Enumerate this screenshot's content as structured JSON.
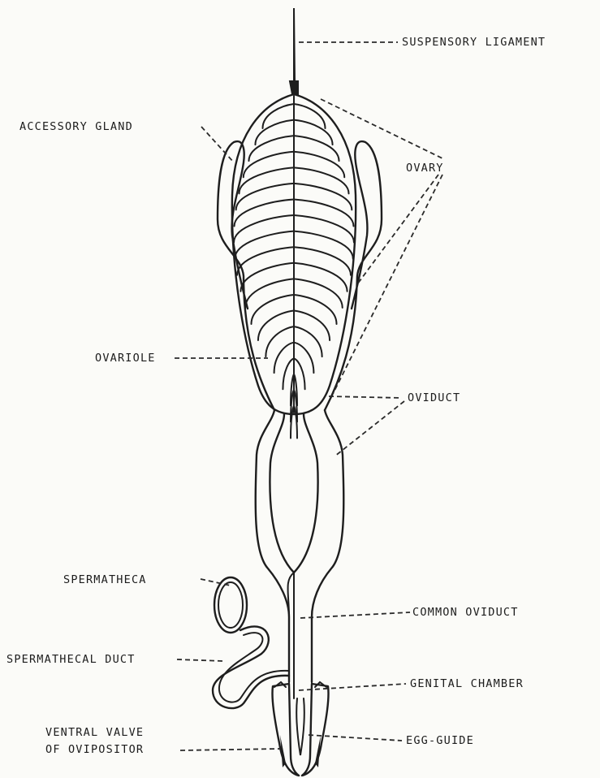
{
  "labels": {
    "suspensory_ligament": "SUSPENSORY LIGAMENT",
    "accessory_gland": "ACCESSORY GLAND",
    "ovary": "OVARY",
    "ovariole": "OVARIOLE",
    "oviduct": "OVIDUCT",
    "spermatheca": "SPERMATHECA",
    "common_oviduct": "COMMON OVIDUCT",
    "spermathecal_duct": "SPERMATHECAL DUCT",
    "genital_chamber": "GENITAL CHAMBER",
    "ventral_valve_line1": "VENTRAL VALVE",
    "ventral_valve_line2": "OF OVIPOSITOR",
    "egg_guide": "EGG-GUIDE"
  },
  "colors": {
    "ink": "#1e1e1e",
    "paper": "#fbfbf8"
  }
}
